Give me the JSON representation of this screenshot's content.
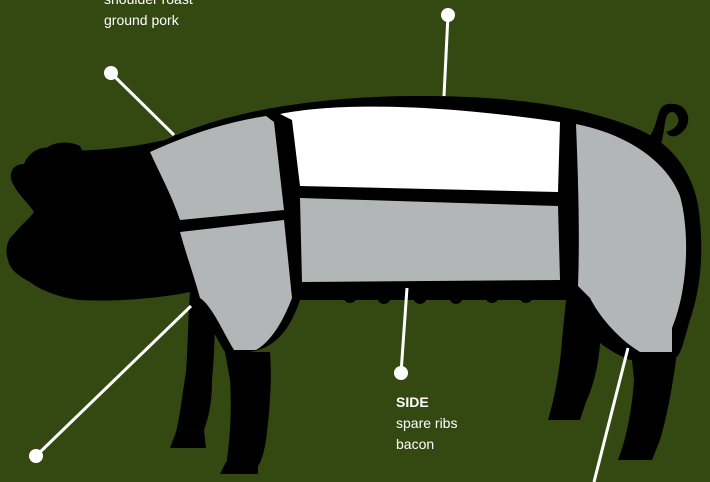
{
  "colors": {
    "background": "#344812",
    "silhouette": "#000000",
    "cut_gray": "#b3b6b7",
    "cut_white": "#ffffff",
    "leader_line": "#ffffff"
  },
  "labels": {
    "shoulder": {
      "lines": [
        "shoulder roast",
        "ground pork"
      ]
    },
    "side": {
      "title": "SIDE",
      "lines": [
        "spare ribs",
        "bacon"
      ]
    }
  }
}
